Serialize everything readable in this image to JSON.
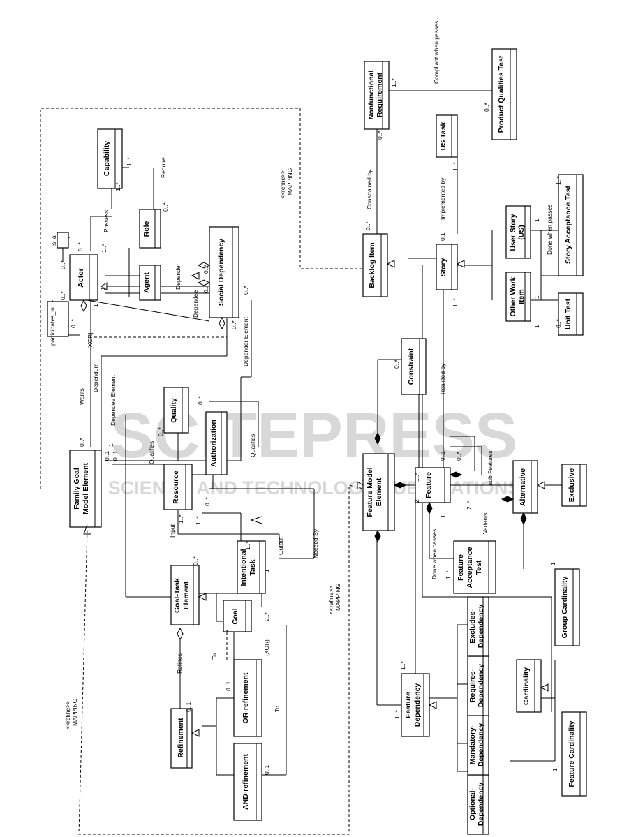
{
  "watermark": {
    "main": "SCITEPRESS",
    "sub": "SCIENCE AND TECHNOLOGY PUBLICATIONS"
  },
  "left_diagram": {
    "classes": {
      "capability": "Capability",
      "actor": "Actor",
      "role": "Role",
      "agent": "Agent",
      "social_dependency": "Social Dependency",
      "family_goal": "Family Goal\nModel Element",
      "quality": "Quality",
      "authorization": "Authorization",
      "resource": "Resource",
      "goal_task": "Goal-Task\nElement",
      "intentional_task": "Intentional\nTask",
      "goal": "Goal",
      "refinement": "Refinement",
      "or_refinement": "OR-refinement",
      "and_refinement": "AND-refinement"
    },
    "labels": {
      "is_a": "is_a",
      "participates_in": "participates_in",
      "possess": "Possess",
      "require": "Require",
      "dependee": "Dependee",
      "depender": "Depender",
      "wants": "Wants",
      "dependum": "Dependum",
      "dependee_element": "Dependee Element",
      "depender_element": "Depender Element",
      "xor1": "{XOR}",
      "xor2": "{XOR}",
      "qualifies1": "Qualifies",
      "qualifies2": "Qualifies",
      "input": "Input",
      "output": "Output",
      "needed_by": "Needed By",
      "refines": "Refines",
      "to1": "To",
      "to2": "To",
      "refine_mapping_top": "<<refine>>\nMAPPING",
      "refine_mapping_left": "<<refine>>\nMAPPING",
      "refine_mapping_bottom": "<<refine>>\nMAPPING"
    },
    "multiplicities": [
      "0..*",
      "0..*",
      "0..*",
      "0..*",
      "1..*",
      "1..*",
      "1..*",
      "0..*",
      "1",
      "1",
      "0..*",
      "0..*",
      "0..*",
      "0..*",
      "0..*",
      "0..1",
      "0..1",
      "1",
      "0..*",
      "0..*",
      "1..*",
      "1..*",
      "1..*",
      "0..*",
      "0..*",
      "1",
      "0..1",
      "1..*",
      "2..*",
      "0..1",
      "0..1"
    ]
  },
  "right_diagram": {
    "classes": {
      "nonfunctional": "Nonfunctional\nRequirement",
      "product_qualities": "Product Qualities Test",
      "us_task": "US Task",
      "backlog_item": "Backlog Item",
      "story": "Story",
      "user_story": "User Story\n(US)",
      "other_work_item": "Other Work\nItem",
      "story_acceptance": "Story Acceptance Test",
      "unit_test": "Unit Test",
      "constraint": "Constraint",
      "feature_model_element": "Feature Model\nElement",
      "feature": "Feature",
      "alternative": "Alternative",
      "exclusive": "Exclusive",
      "feature_acceptance": "Feature\nAcceptance\nTest",
      "group_cardinality": "Group Cardinality",
      "cardinality": "Cardinality",
      "feature_cardinality": "Feature Cardinality",
      "feature_dependency": "Feature\nDependency",
      "optional_dep": "Optional-\nDependency",
      "mandatory_dep": "Mandatory-\nDependency",
      "requires_dep": "Requires-\nDependency",
      "excludes_dep": "Excludes-\nDependency"
    },
    "labels": {
      "compliant": "Compliant when passes",
      "constrained_by": "Constrained by",
      "implemented_by": "Implemented by",
      "done_when_passes1": "Done when passes",
      "realized_by": "Realized by",
      "sub_features": "sub Features",
      "variants": "Variants",
      "done_when_passes2": "Done when passes"
    },
    "multiplicities": [
      "1..*",
      "0..*",
      "0..*",
      "0..*",
      "1..*",
      "0,1",
      "1..*",
      "1",
      "1",
      "1..*",
      "0..*",
      "1",
      "0..*",
      "0..1",
      "1..*",
      "0..*",
      "2..*",
      "1",
      "2",
      "1..*",
      "1",
      "1..*",
      "1..*",
      "1"
    ]
  }
}
